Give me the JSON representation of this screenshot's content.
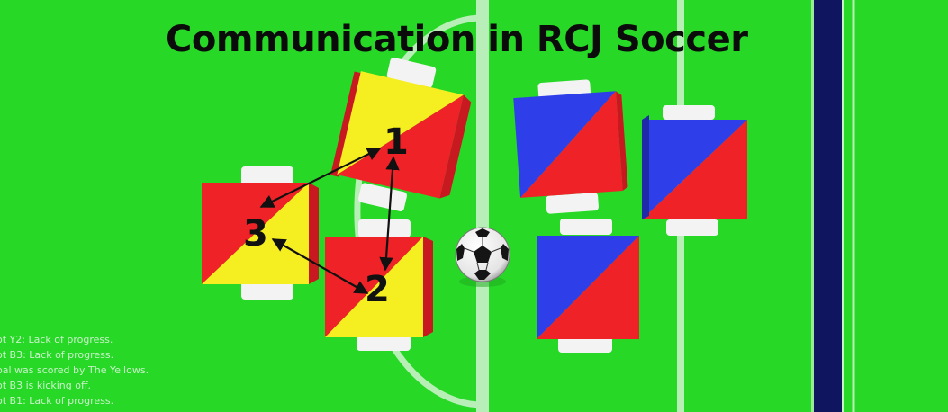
{
  "header": {
    "title": "Communication in RCJ Soccer"
  },
  "colors": {
    "field": "#27d827",
    "field_lines": "#c8f2c8",
    "goal": "#101560",
    "robot_red": "#ef2228",
    "robot_yellow": "#f5ee20",
    "robot_blue": "#2e3ee8",
    "arrow": "#111111"
  },
  "robots": {
    "yellow_team": [
      {
        "number": "1",
        "colors": [
          "red",
          "yellow"
        ],
        "icon": "robot-yellow-team"
      },
      {
        "number": "2",
        "colors": [
          "red",
          "yellow"
        ],
        "icon": "robot-yellow-team"
      },
      {
        "number": "3",
        "colors": [
          "red",
          "yellow"
        ],
        "icon": "robot-yellow-team"
      }
    ],
    "blue_team": [
      {
        "colors": [
          "blue",
          "red"
        ],
        "icon": "robot-blue-team"
      },
      {
        "colors": [
          "blue",
          "red"
        ],
        "icon": "robot-blue-team"
      },
      {
        "colors": [
          "blue",
          "red"
        ],
        "icon": "robot-blue-team"
      }
    ]
  },
  "ball": {
    "icon": "soccer-ball-icon"
  },
  "communication_links": [
    "1-2",
    "1-3",
    "2-3"
  ],
  "event_log": [
    "ot Y2: Lack of progress.",
    "ot B3: Lack of progress.",
    "oal was scored by The Yellows.",
    "ot B3 is kicking off.",
    "ot B1: Lack of progress."
  ]
}
